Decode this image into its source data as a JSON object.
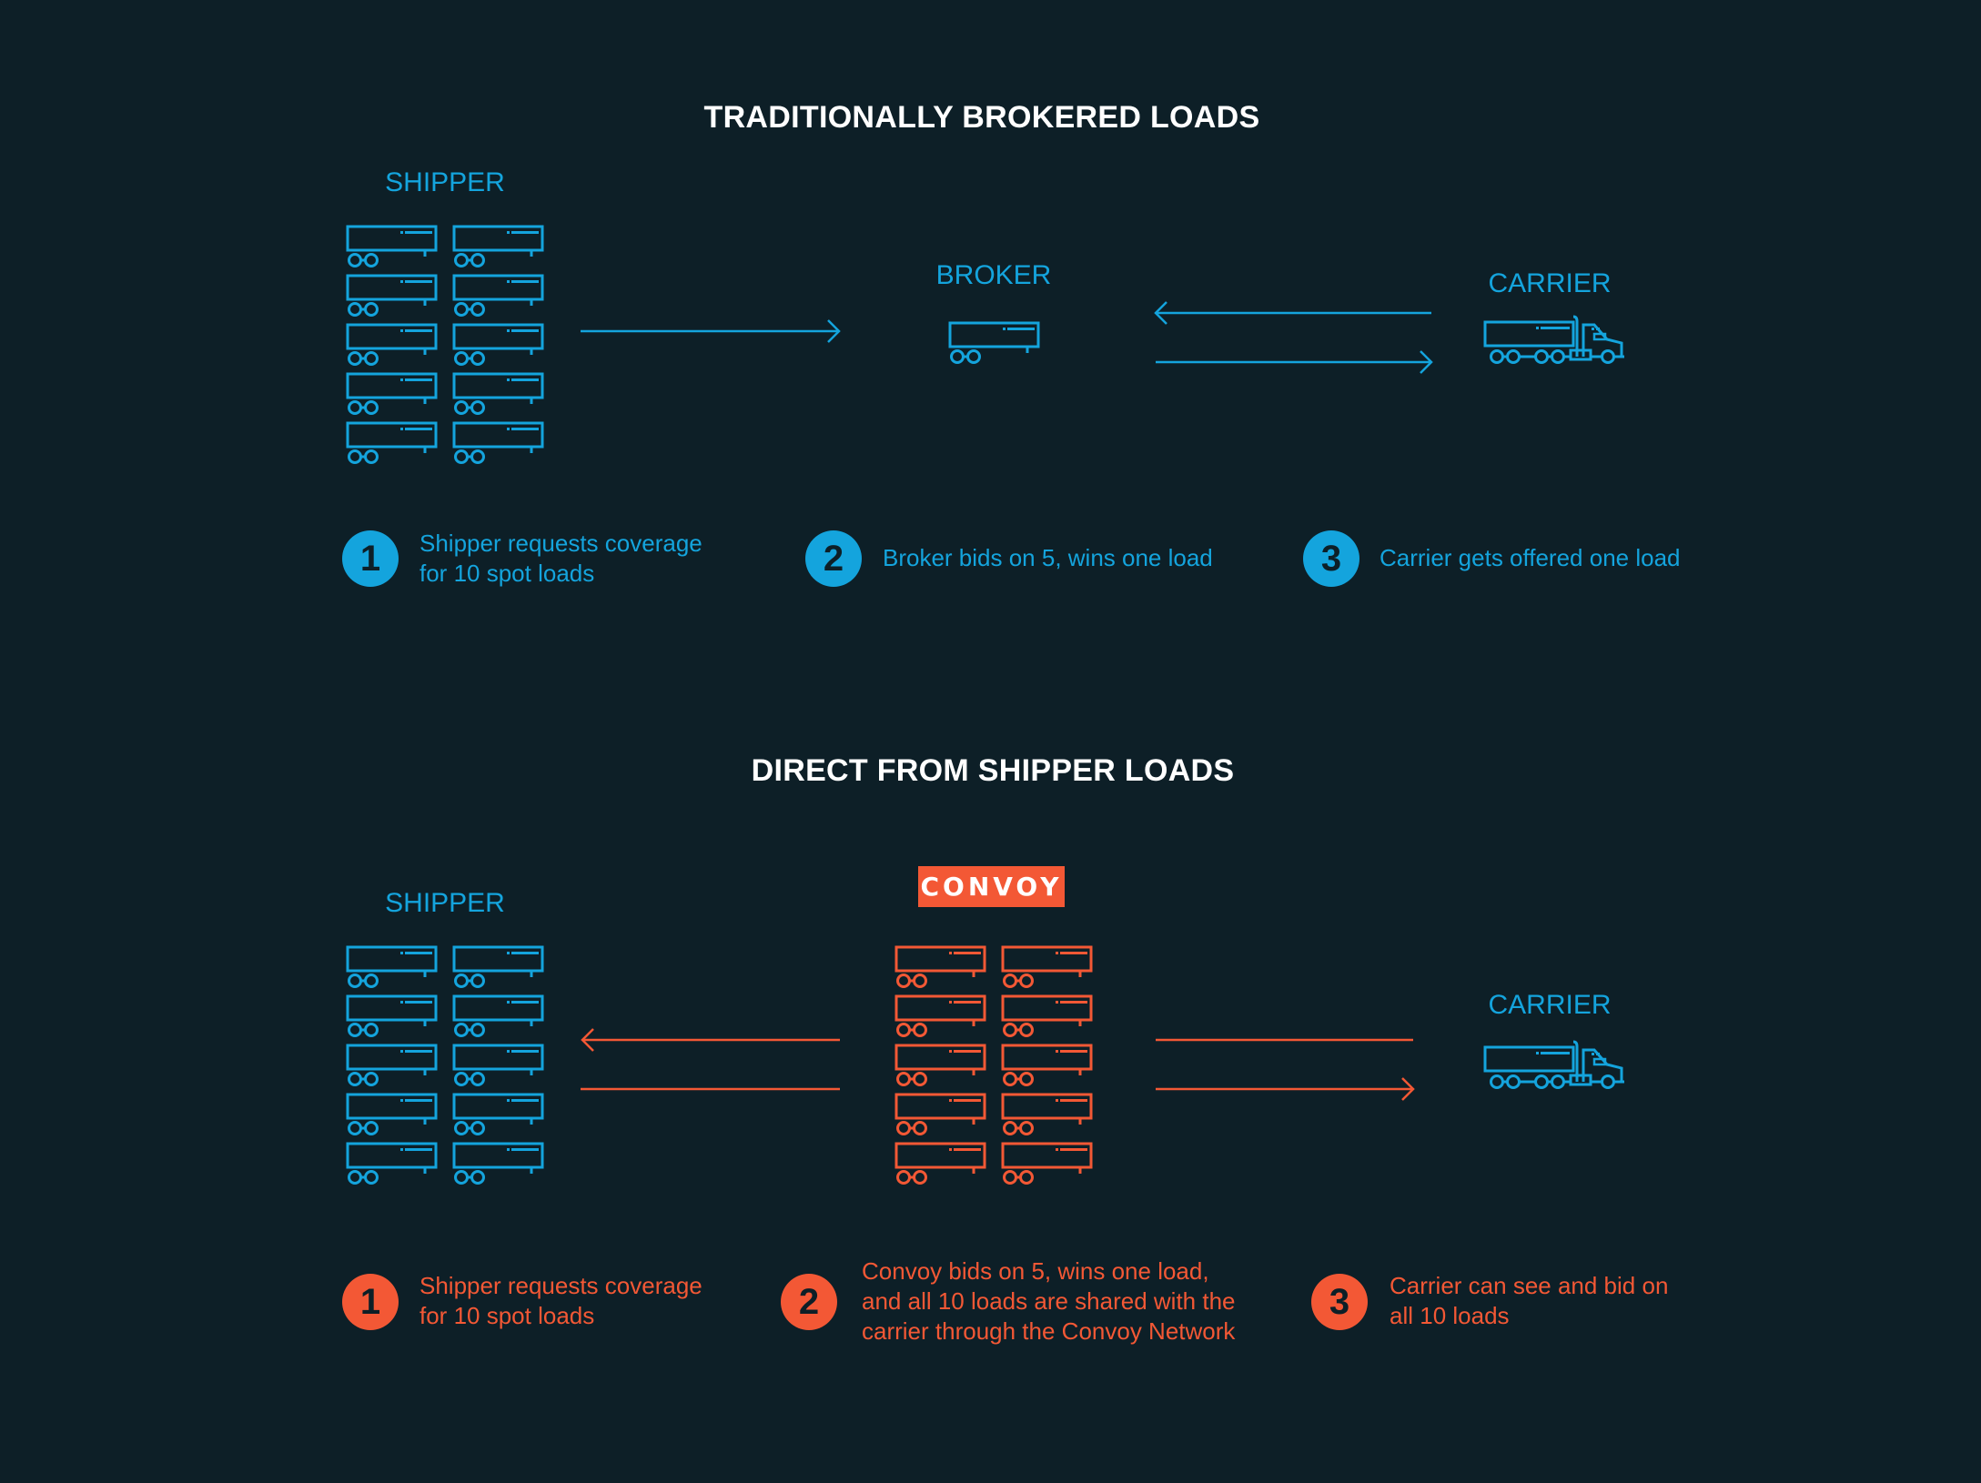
{
  "colors": {
    "background": "#0d1f27",
    "traditional": "#14a4dd",
    "convoy": "#f35835"
  },
  "traditional": {
    "title": "TRADITIONALLY BROKERED LOADS",
    "shipper_label": "SHIPPER",
    "broker_label": "BROKER",
    "carrier_label": "CARRIER",
    "steps": [
      {
        "number": "1",
        "lines": [
          "Shipper requests coverage",
          "for 10 spot loads"
        ]
      },
      {
        "number": "2",
        "lines": [
          "Broker bids on 5, wins one load"
        ]
      },
      {
        "number": "3",
        "lines": [
          "Carrier gets offered one load"
        ]
      }
    ]
  },
  "direct": {
    "title": "DIRECT FROM SHIPPER LOADS",
    "logo": "CONVOY",
    "shipper_label": "SHIPPER",
    "carrier_label": "CARRIER",
    "steps": [
      {
        "number": "1",
        "lines": [
          "Shipper requests coverage",
          "for 10 spot loads"
        ]
      },
      {
        "number": "2",
        "lines": [
          "Convoy bids on 5, wins one load,",
          "and all 10 loads are shared with the",
          "carrier through the Convoy Network"
        ]
      },
      {
        "number": "3",
        "lines": [
          "Carrier can see and bid on",
          "all 10 loads"
        ]
      }
    ]
  }
}
